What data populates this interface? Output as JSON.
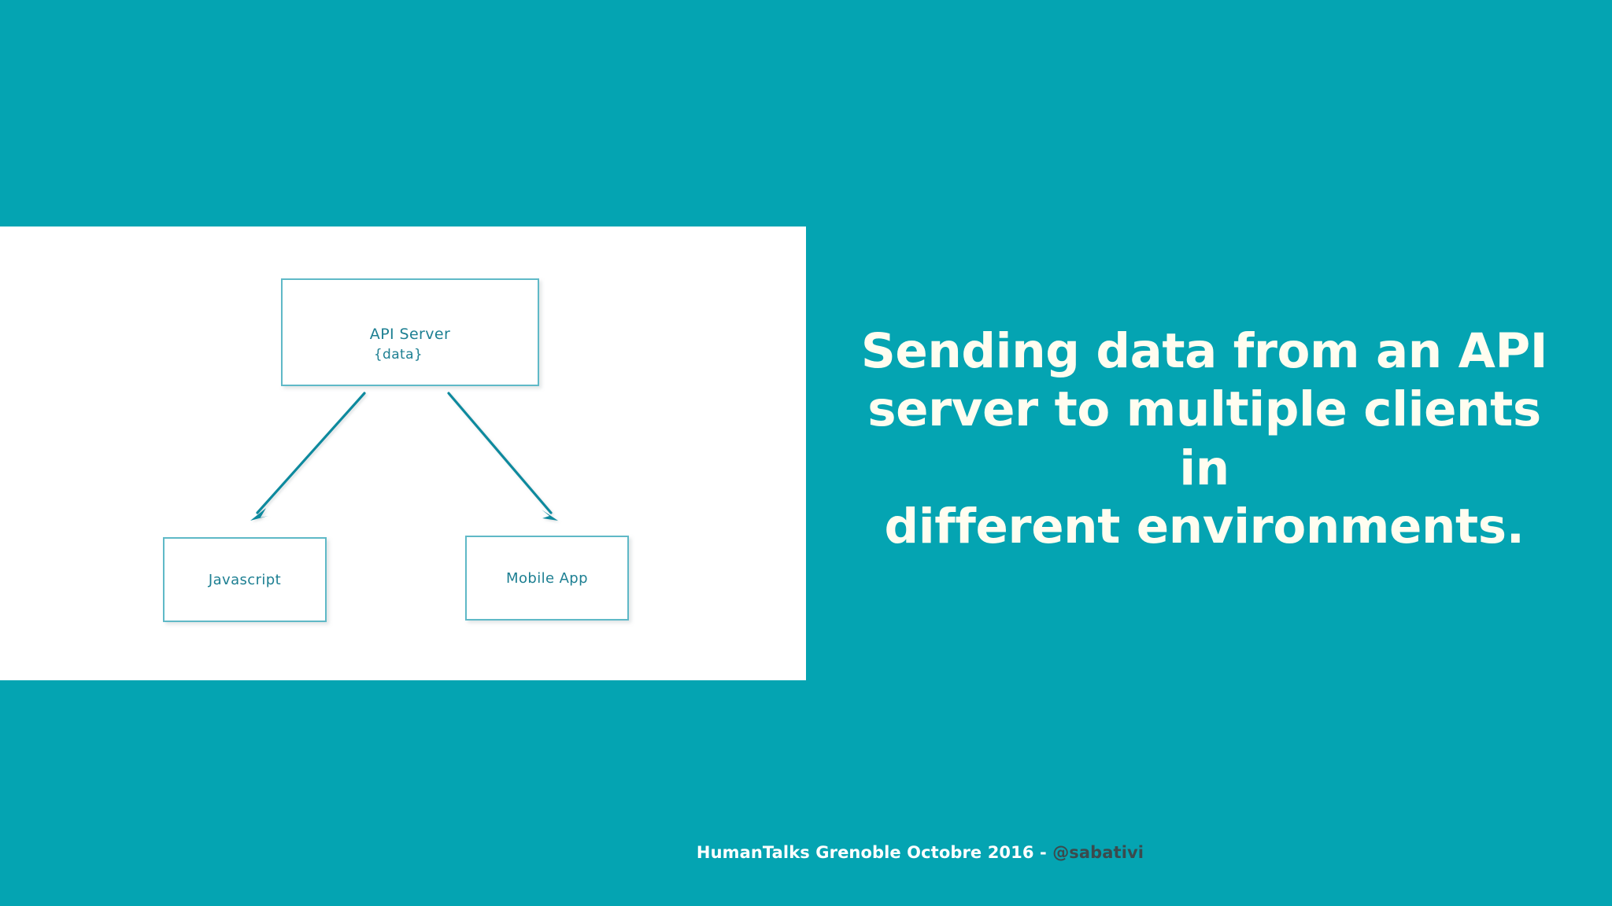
{
  "slide": {
    "background_color": "#04a4b2",
    "panel_background": "#ffffff"
  },
  "headline": {
    "line1": "Sending data from an API",
    "line2": "server to multiple clients in",
    "line3": "different environments.",
    "color": "#fffdf0"
  },
  "diagram": {
    "stroke_color": "#5fb9c7",
    "text_color": "#1d7f92",
    "arrow_color": "#0e8a9e",
    "nodes": [
      {
        "id": "api-server",
        "label": "API Server"
      },
      {
        "id": "javascript",
        "label": "Javascript"
      },
      {
        "id": "mobile-app",
        "label": "Mobile App"
      }
    ],
    "edges": [
      {
        "from": "api-server",
        "to": "javascript",
        "label": "{data}"
      },
      {
        "from": "api-server",
        "to": "mobile-app",
        "label": ""
      }
    ],
    "edge_label": "{data}"
  },
  "footer": {
    "event": "HumanTalks Grenoble Octobre 2016 - ",
    "handle": "@sabativi",
    "event_color": "#ffffff",
    "handle_color": "#3b4a4d"
  }
}
